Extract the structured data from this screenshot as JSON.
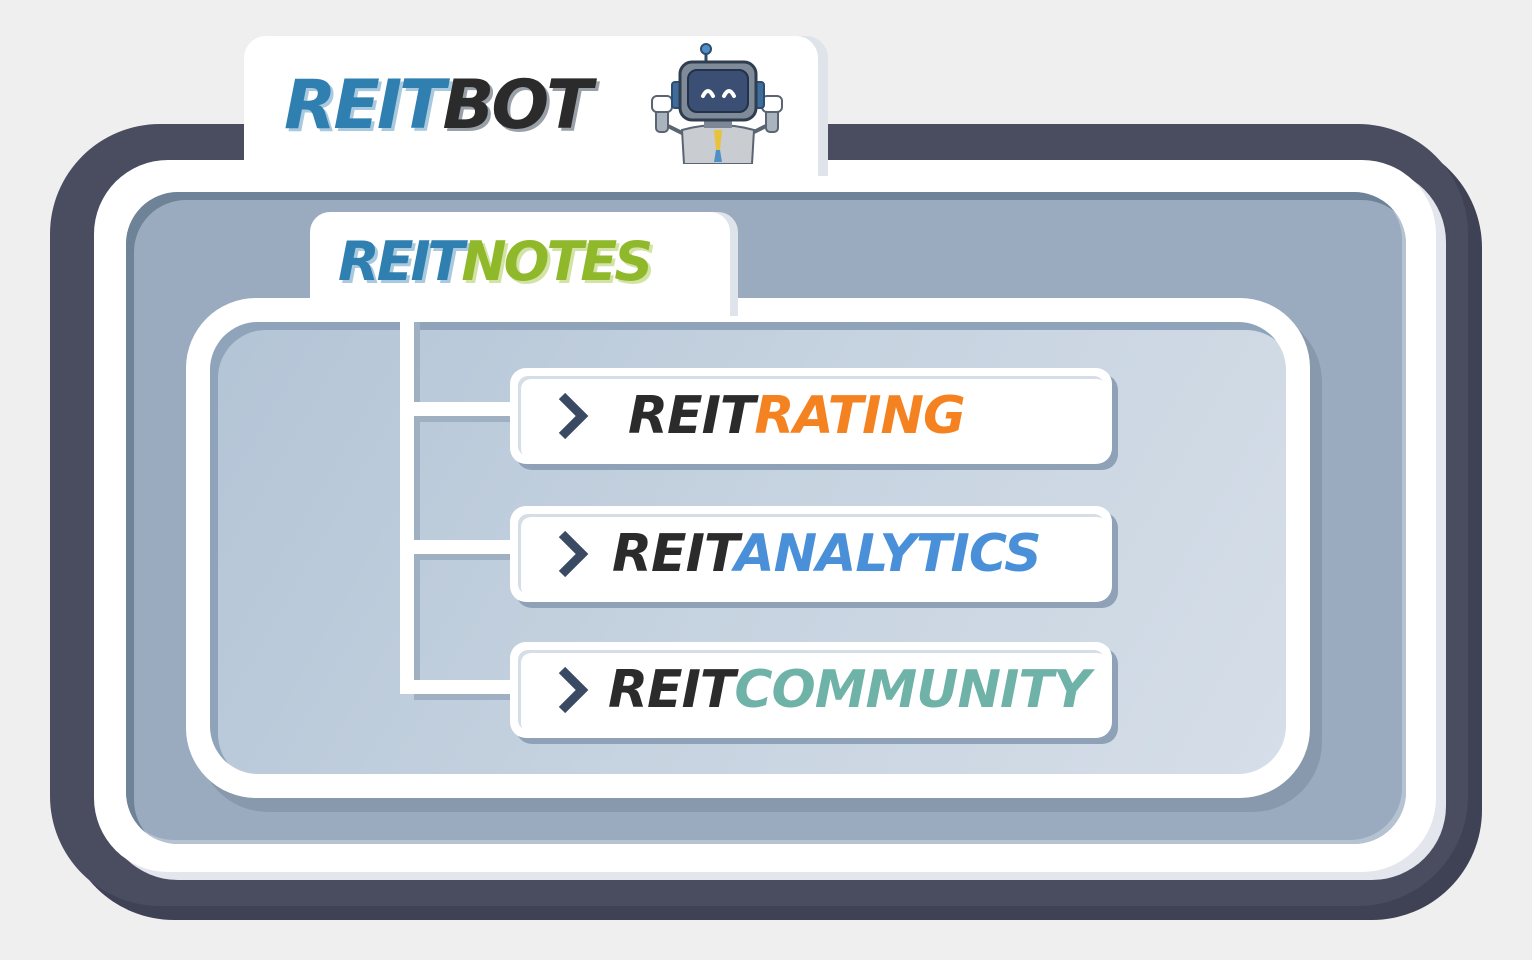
{
  "brand": {
    "prefix": "REIT",
    "bot_suffix": "BOT",
    "notes_suffix": "NOTES",
    "bot_icon": "robot-mascot-icon"
  },
  "products": [
    {
      "prefix": "REIT",
      "suffix": "RATING",
      "icon": "chevron-right-icon",
      "accent": "#f58220"
    },
    {
      "prefix": "REIT",
      "suffix": "ANALYTICS",
      "icon": "chevron-right-icon",
      "accent": "#4a90d9"
    },
    {
      "prefix": "REIT",
      "suffix": "COMMUNITY",
      "icon": "chevron-right-icon",
      "accent": "#6fb2a8"
    }
  ],
  "colors": {
    "outer_frame": "#4a4c60",
    "panel": "#9aabbf",
    "bot_blue": "#2f7fb0",
    "notes_green": "#8fb82a",
    "dark_text": "#2b2b2b"
  }
}
